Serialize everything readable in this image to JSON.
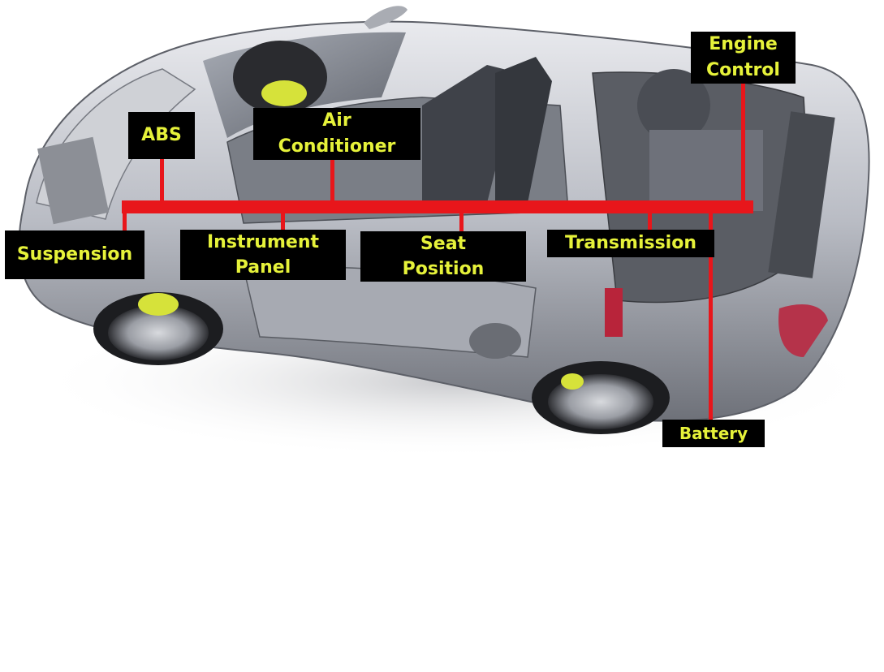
{
  "diagram": {
    "bus_color": "#e8161b",
    "label_bg_color": "#000000",
    "label_text_color": "#e6f23a",
    "illustration": "car-cutaway-illustration",
    "labels": {
      "abs": "ABS",
      "air_conditioner": [
        "Air",
        "Conditioner"
      ],
      "engine_control": [
        "Engine",
        "Control"
      ],
      "suspension": "Suspension",
      "instrument_panel": [
        "Instrument",
        "Panel"
      ],
      "seat_position": [
        "Seat",
        "Position"
      ],
      "transmission": "Transmission",
      "battery": "Battery"
    }
  }
}
